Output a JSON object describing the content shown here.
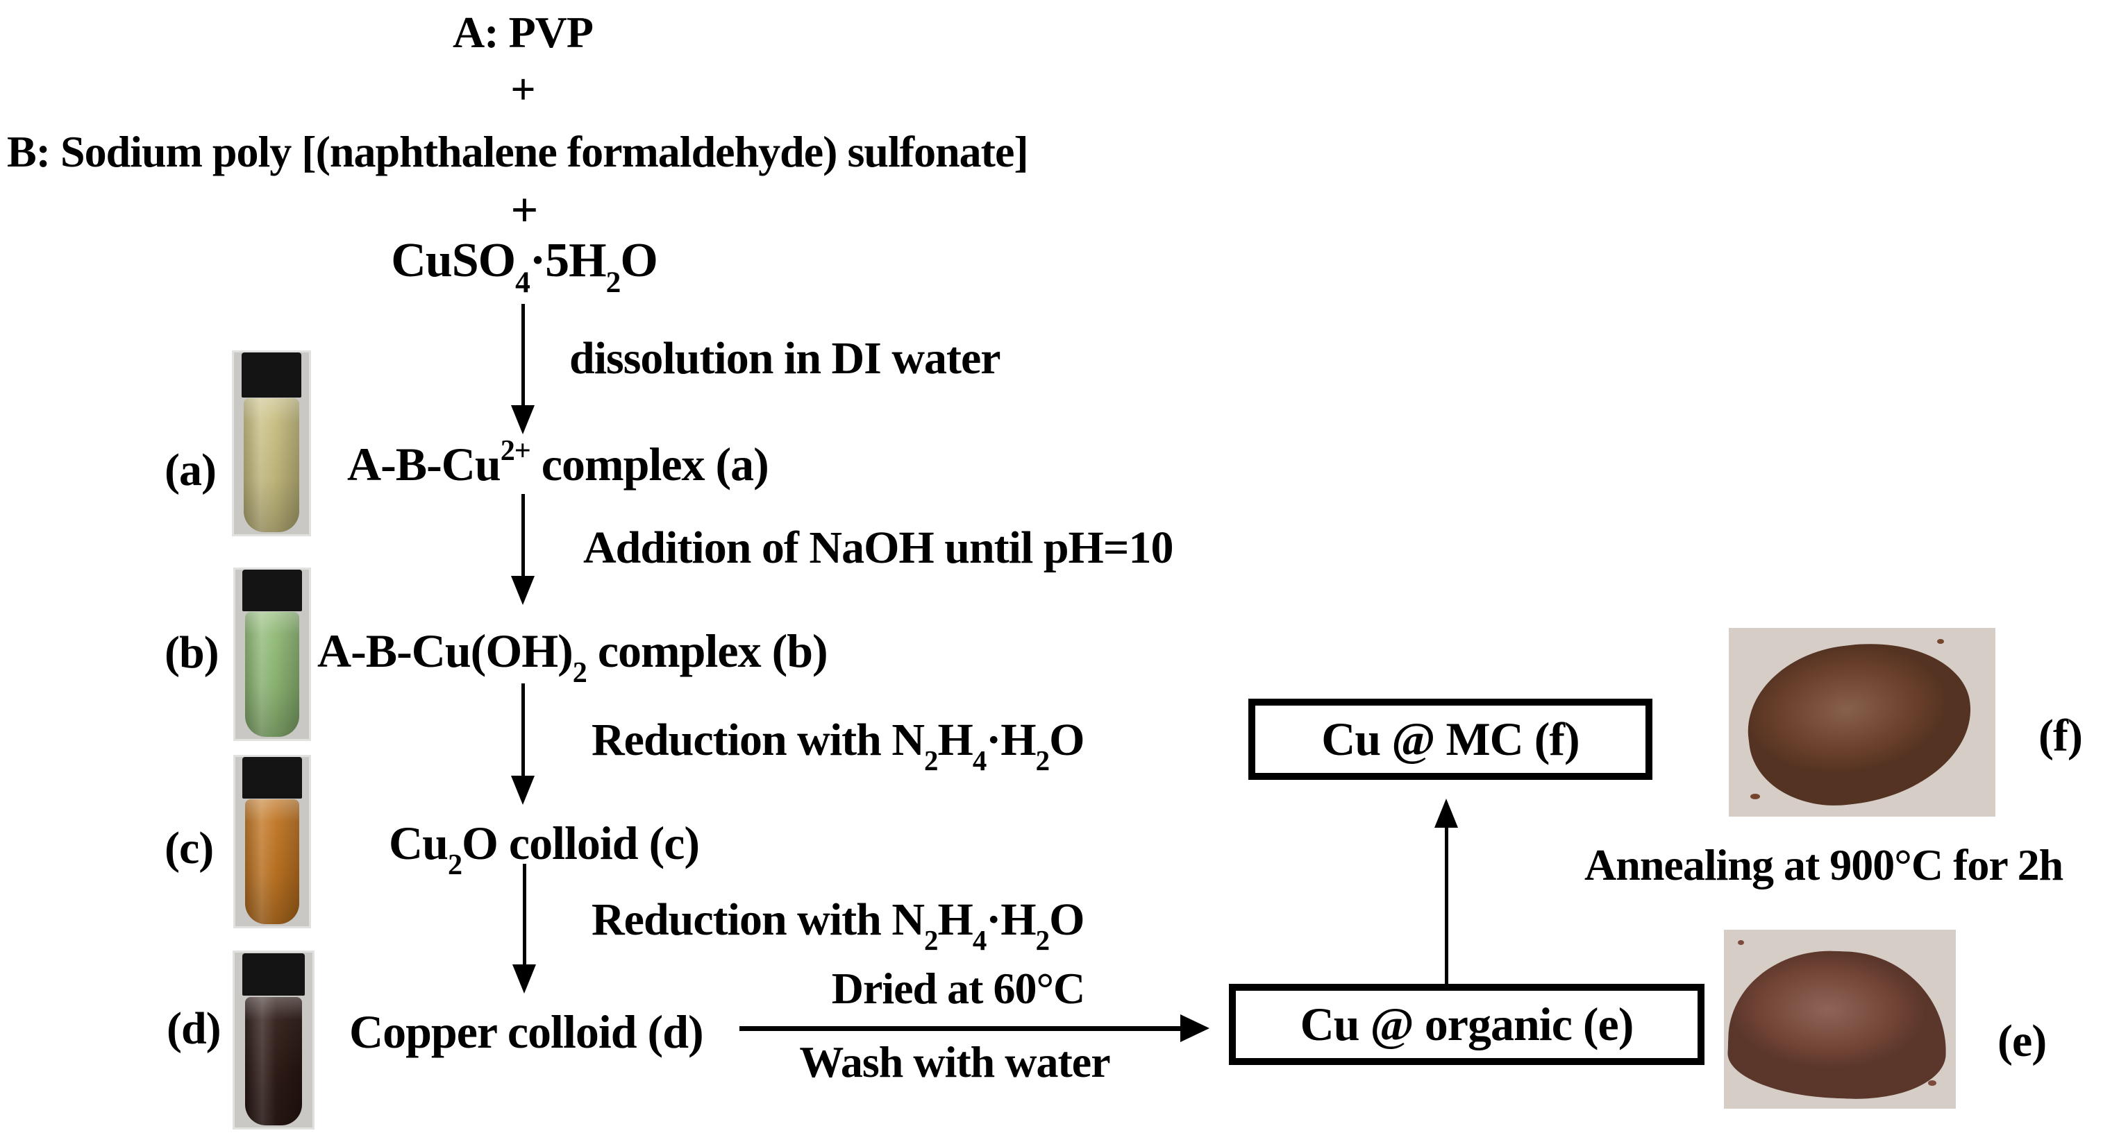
{
  "palette": {
    "text": "#000000",
    "arrow": "#000000",
    "vial_photo_bg": "#c9c8c5",
    "powder_photo_bg": "#d6cdc6",
    "vial_cap": "#141414",
    "vial_a_liquid": "#c6bc7e",
    "vial_b_liquid": "#8db873",
    "vial_c_liquid": "#bf731f",
    "vial_d_liquid": "#2a1712",
    "powder_f_color": "#74462f",
    "powder_e_color": "#7d4b3b"
  },
  "header": {
    "reagent_a": "A: PVP",
    "plus": "+",
    "reagent_b": "B: Sodium poly [(naphthalene formaldehyde) sulfonate]",
    "cuso4": {
      "t1": "CuSO",
      "s1": "4",
      "t2": "·5H",
      "s2": "2",
      "t3": "O"
    }
  },
  "steps": {
    "dissolution": "dissolution in DI water",
    "naoh": "Addition of NaOH until pH=10",
    "reduction": {
      "t1": "Reduction with N",
      "s1": "2",
      "t2": "H",
      "s2": "4",
      "t3": "·H",
      "s3": "2",
      "t4": "O"
    },
    "dried": "Dried at 60°C",
    "wash": "Wash with water",
    "annealing": "Annealing at 900°C  for 2h"
  },
  "nodes": {
    "complex_a": {
      "t1": "A-B-Cu",
      "sup": "2+",
      "t2": " complex (a)"
    },
    "complex_b": {
      "t1": "A-B-Cu(OH)",
      "s1": "2",
      "t2": " complex (b)"
    },
    "cu2o": {
      "t1": "Cu",
      "s1": "2",
      "t2": "O colloid (c)"
    },
    "copper_colloid": "Copper colloid (d)",
    "cu_organic": "Cu @ organic (e)",
    "cu_mc": "Cu @ MC (f)"
  },
  "photo_labels": {
    "a": "(a)",
    "b": "(b)",
    "c": "(c)",
    "d": "(d)",
    "e": "(e)",
    "f": "(f)"
  }
}
